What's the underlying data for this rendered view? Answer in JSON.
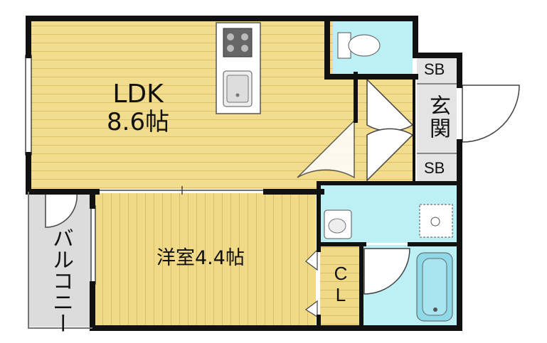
{
  "rooms": {
    "ldk": {
      "name": "LDK",
      "area": "8.6帖"
    },
    "western": {
      "label": "洋室4.4帖"
    },
    "closet": {
      "label": "CL"
    },
    "balcony": {
      "label": "バルコニー"
    },
    "entrance": {
      "label": "玄関"
    },
    "shoe_box_upper": {
      "label": "SB"
    },
    "shoe_box_lower": {
      "label": "SB"
    }
  },
  "colors": {
    "wall": "#111111",
    "ldk_floor": "#f2dd8e",
    "floor_stripe": "#ddc068",
    "western_floor": "#f0da88",
    "wet_area": "#bdf0f5",
    "balcony": "#dcdcdc",
    "entrance": "#e4e4e4"
  }
}
